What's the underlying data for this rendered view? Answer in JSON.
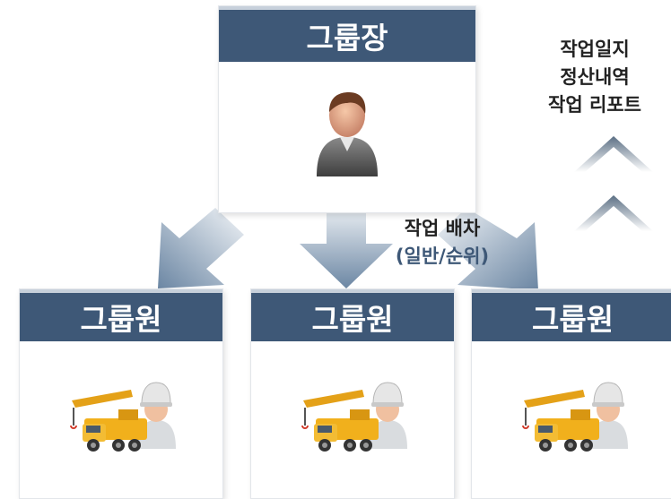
{
  "leader": {
    "title": "그룹장"
  },
  "members": [
    {
      "title": "그룹원"
    },
    {
      "title": "그룹원"
    },
    {
      "title": "그룹원"
    }
  ],
  "dispatch": {
    "title": "작업 배차",
    "subtitle": "(일반/순위)"
  },
  "reports": {
    "items": [
      "작업일지",
      "정산내역",
      "작업 리포트"
    ]
  },
  "colors": {
    "header": "#3e5877",
    "header_border": "#c7d0db",
    "arrow": "#5f7a97",
    "text": "#222222"
  },
  "icons": {
    "leader": "person-icon",
    "member": "crane-truck-worker-icon",
    "report_arrow": "chevron-up-icon"
  }
}
